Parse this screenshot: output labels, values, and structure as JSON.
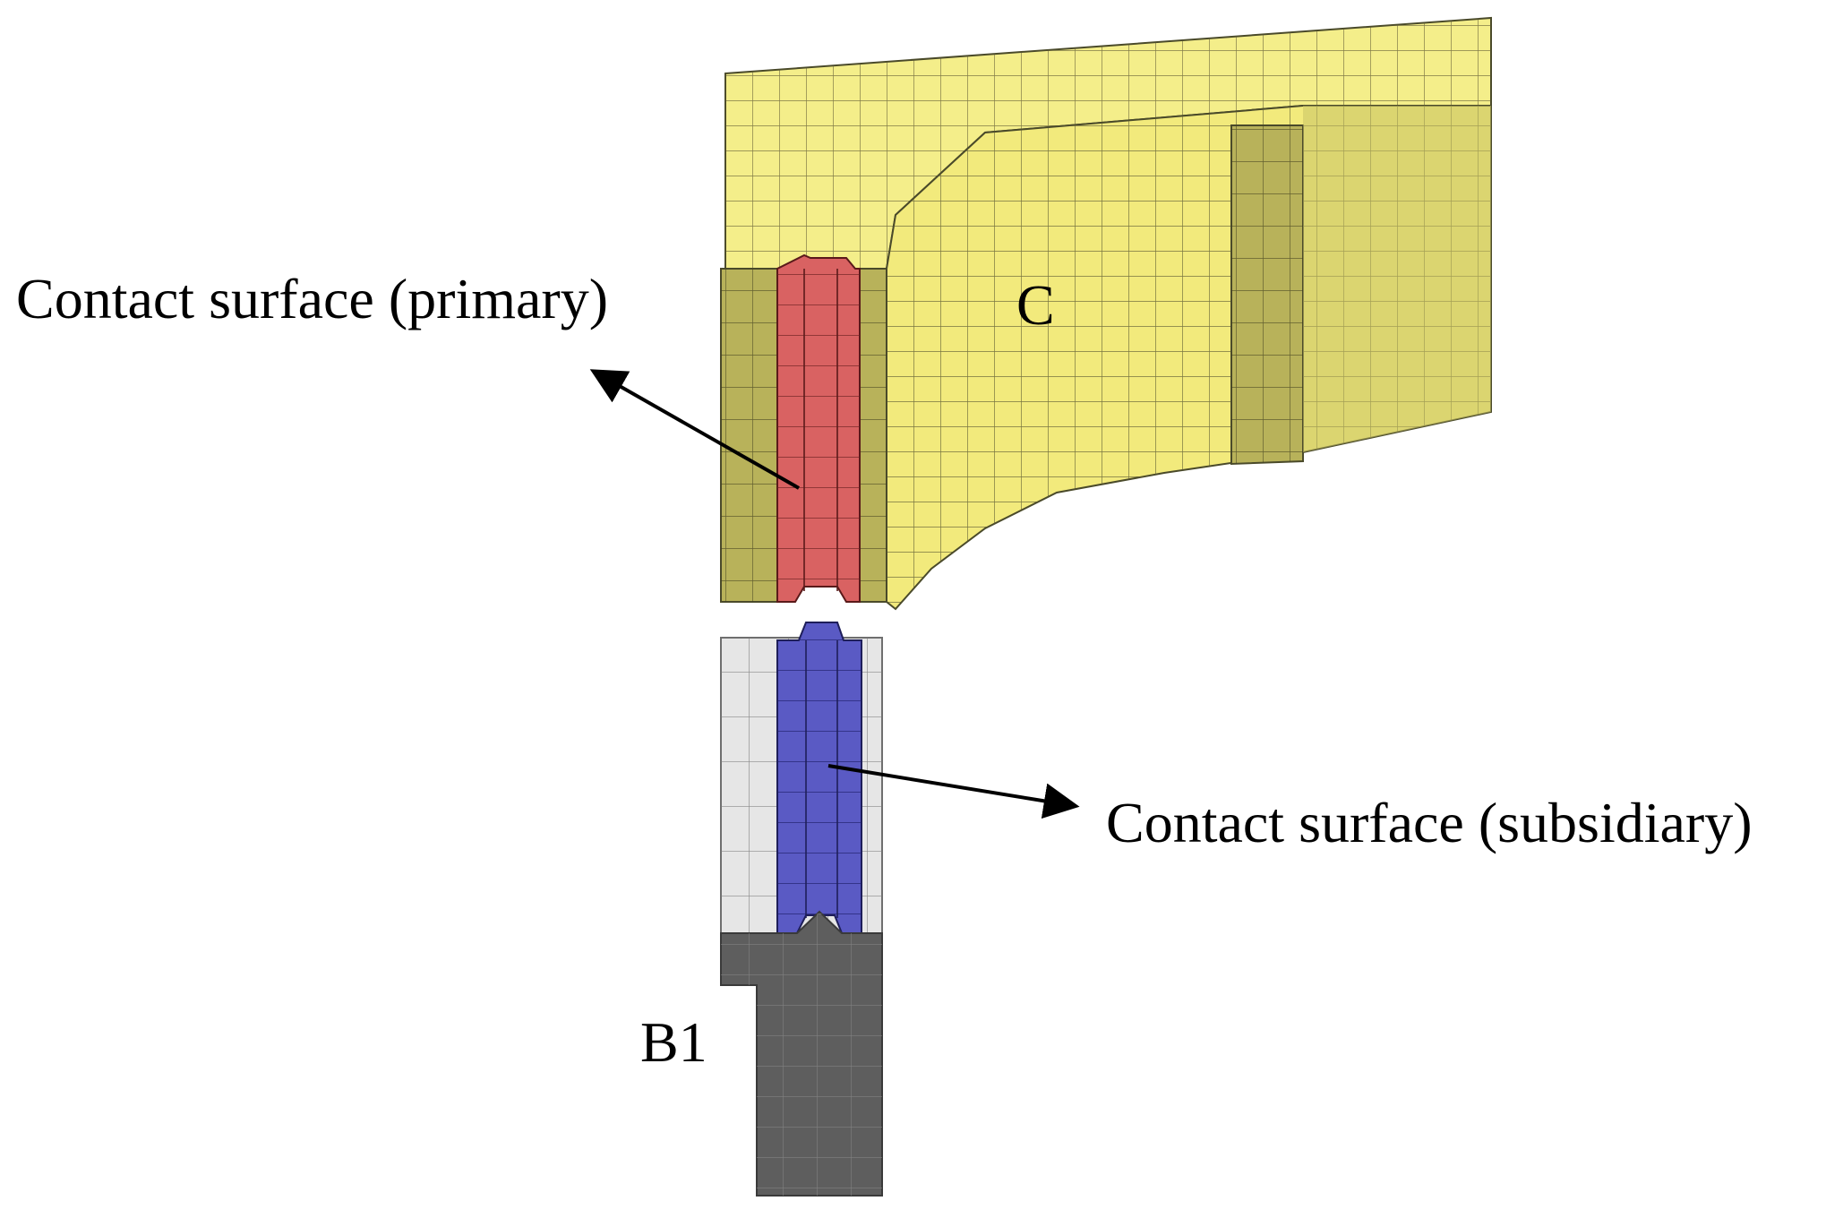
{
  "labels": {
    "primary": "Contact surface (primary)",
    "subsidiary": "Contact surface (subsidiary)",
    "part_c": "C",
    "part_b1": "B1"
  },
  "colors": {
    "part_c_top": "#f4ee8a",
    "part_c_side": "#f2ea7c",
    "part_c_dark": "#b8b25a",
    "primary_surface": "#d96262",
    "subsidiary_surface": "#5a5ac4",
    "white_part": "#e6e6e6",
    "b1_part": "#5e5e5e",
    "mesh_line": "#4a4a2a",
    "arrow": "#000000"
  }
}
